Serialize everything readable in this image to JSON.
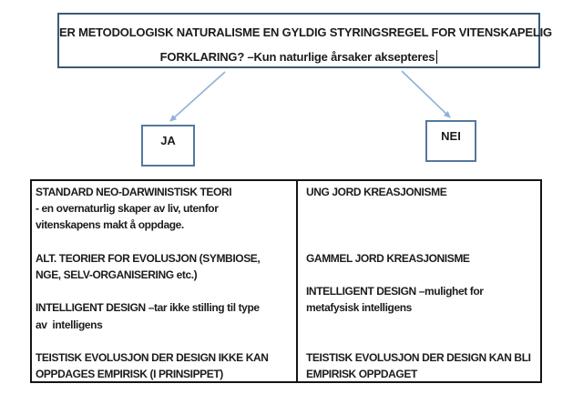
{
  "question_box": {
    "line1": "ER METODOLOGISK NATURALISME EN GYLDIG STYRINGSREGEL FOR VITENSKAPELIG",
    "line2": "FORKLARING? –Kun naturlige årsaker aksepteres"
  },
  "branches": {
    "yes_label": "JA",
    "no_label": "NEI"
  },
  "table": {
    "left_column": {
      "lines": [
        "STANDARD NEO-DARWINISTISK TEORI",
        "- en overnaturlig skaper av liv, utenfor",
        "vitenskapens makt å oppdage.",
        "",
        "ALT. TEORIER FOR EVOLUSJON (SYMBIOSE,",
        "NGE, SELV-ORGANISERING etc.)",
        "",
        "INTELLIGENT DESIGN –tar ikke stilling til type",
        "av  intelligens",
        "",
        "TEISTISK EVOLUSJON DER DESIGN IKKE KAN",
        "OPPDAGES EMPIRISK (I PRINSIPPET)"
      ]
    },
    "right_column": {
      "lines": [
        "UNG JORD KREASJONISME",
        "",
        "",
        "",
        "GAMMEL JORD KREASJONISME",
        "",
        "INTELLIGENT DESIGN –mulighet for",
        "metafysisk intelligens",
        "",
        "",
        "TEISTISK EVOLUSJON DER DESIGN KAN BLI",
        "EMPIRISK OPPDAGET"
      ]
    }
  },
  "colors": {
    "question_border": "#3c5a77",
    "branch_border": "#54789e",
    "arrow": "#8fb0d9",
    "table_border": "#151515",
    "text": "#1c1c1c"
  }
}
